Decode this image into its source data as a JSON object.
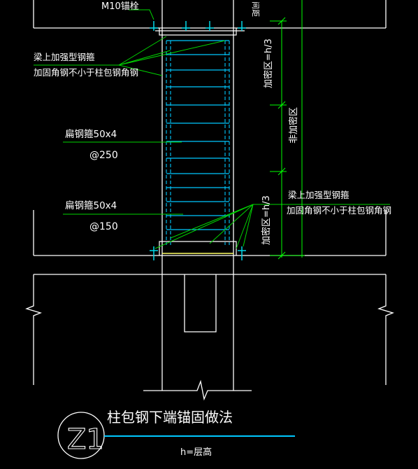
{
  "colors": {
    "background": "#000000",
    "outline": "#ffffff",
    "leader": "#00d400",
    "stirrup": "#00c8ff",
    "anchor": "#00d8e8",
    "dimension": "#00ff00",
    "text": "#ffffff",
    "accent": "#ffff66"
  },
  "labels": {
    "top_bolt": "M10锚栓",
    "top_vertical_cut": "间距",
    "beam_anchor_top_1": "梁上加强型钢箍",
    "beam_anchor_top_2": "加固角钢不小于柱包钢角钢",
    "flat_bar_1": "扁钢箍50x4",
    "spacing_1": "@250",
    "flat_bar_2": "扁钢箍50x4",
    "spacing_2": "@150",
    "beam_anchor_bottom_1": "梁上加强型钢箍",
    "beam_anchor_bottom_2": "加固角钢不小于柱包钢角钢",
    "dense_zone_top": "加密区=h/3",
    "non_dense_zone": "非加密区",
    "dense_zone_bottom": "加密区=h/3"
  },
  "title": {
    "number": "Z1",
    "name": "柱包钢下端锚固做法",
    "note": "h=层高"
  }
}
